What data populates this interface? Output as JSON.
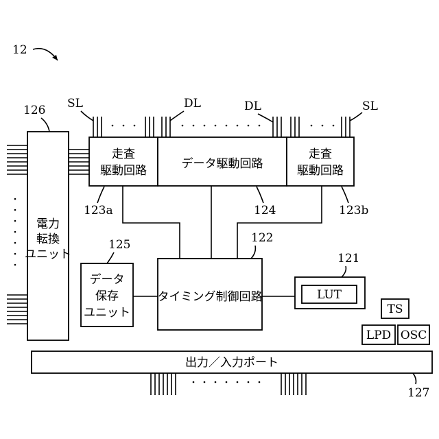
{
  "figure_ref": "12",
  "labels": {
    "ref_126": "126",
    "ref_125": "125",
    "ref_122": "122",
    "ref_121": "121",
    "ref_123a": "123a",
    "ref_124": "124",
    "ref_123b": "123b",
    "ref_127": "127",
    "sl_left": "SL",
    "dl_left": "DL",
    "dl_right": "DL",
    "sl_right": "SL"
  },
  "blocks": {
    "power_unit": [
      "電力",
      "転換",
      "ユニット"
    ],
    "scan_left": [
      "走査",
      "駆動回路"
    ],
    "data_driver": "データ駆動回路",
    "scan_right": [
      "走査",
      "駆動回路"
    ],
    "data_store": [
      "データ",
      "保存",
      "ユニット"
    ],
    "timing": "タイミング制御回路",
    "lut": "LUT",
    "ts": "TS",
    "lpd": "LPD",
    "osc": "OSC",
    "io_port": "出力／入力ポート"
  }
}
